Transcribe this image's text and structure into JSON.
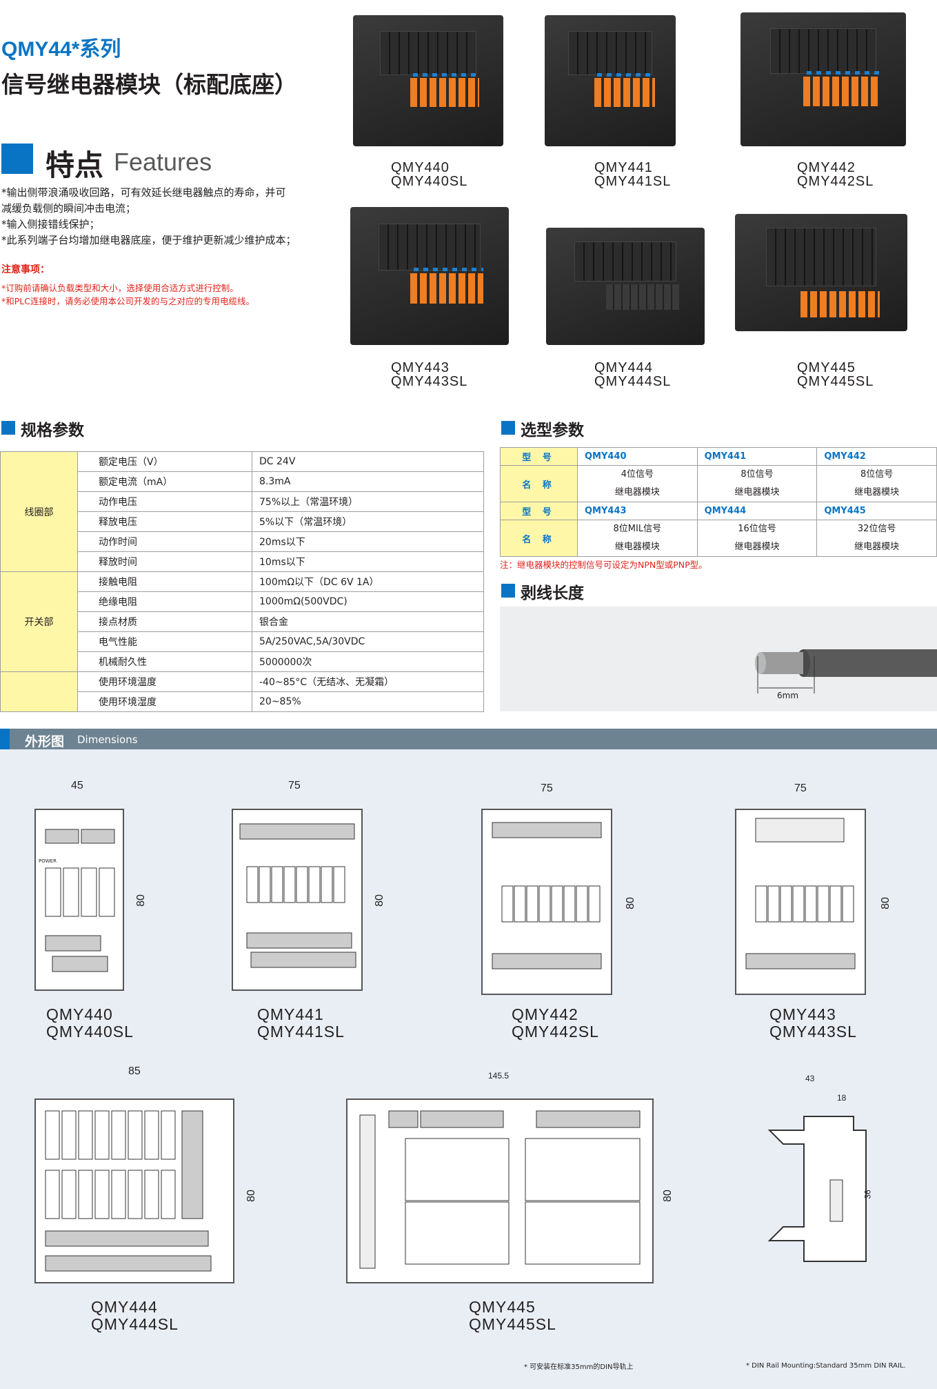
{
  "header": {
    "series_title": "QMY44*系列",
    "subtitle": "信号继电器模块（标配底座）"
  },
  "features": {
    "heading_cn": "特点",
    "heading_en": "Features",
    "items": [
      "*输出侧带浪涌吸收回路，可有效延长继电器触点的寿命，并可",
      "  减缓负载侧的瞬间冲击电流；",
      "*输入侧接错线保护；",
      "*此系列端子台均增加继电器底座，便于维护更新减少维护成本；"
    ],
    "notes_heading": "注意事项：",
    "notes": [
      "*订购前请确认负载类型和大小，选择使用合适方式进行控制。",
      "*和PLC连接时，请务必使用本公司开发的与之对应的专用电缆线。"
    ]
  },
  "products": [
    {
      "model": "QMY440",
      "variant": "QMY440SL"
    },
    {
      "model": "QMY441",
      "variant": "QMY441SL"
    },
    {
      "model": "QMY442",
      "variant": "QMY442SL"
    },
    {
      "model": "QMY443",
      "variant": "QMY443SL"
    },
    {
      "model": "QMY444",
      "variant": "QMY444SL"
    },
    {
      "model": "QMY445",
      "variant": "QMY445SL"
    }
  ],
  "specs": {
    "title": "规格参数",
    "groups": [
      "线圈部",
      "开关部"
    ],
    "rows": [
      {
        "name": "额定电压（V）",
        "value": "DC 24V"
      },
      {
        "name": "额定电流（mA）",
        "value": "8.3mA"
      },
      {
        "name": "动作电压",
        "value": "75%以上（常温环境）"
      },
      {
        "name": "释放电压",
        "value": "5%以下（常温环境）"
      },
      {
        "name": "动作时间",
        "value": "20ms以下"
      },
      {
        "name": "释放时间",
        "value": "10ms以下"
      },
      {
        "name": "接触电阻",
        "value": "100mΩ以下（DC 6V 1A）"
      },
      {
        "name": "绝缘电阻",
        "value": "1000mΩ(500VDC)"
      },
      {
        "name": "接点材质",
        "value": "银合金"
      },
      {
        "name": "电气性能",
        "value": "5A/250VAC,5A/30VDC"
      },
      {
        "name": "机械耐久性",
        "value": "5000000次"
      },
      {
        "name": "使用环境温度",
        "value": "-40~85°C（无结冰、无凝霜）"
      },
      {
        "name": "使用环境湿度",
        "value": "20~85%"
      }
    ]
  },
  "selection": {
    "title": "选型参数",
    "model_label": "型 号",
    "name_label": "名 称",
    "row1_models": [
      "QMY440",
      "QMY441",
      "QMY442"
    ],
    "row1_names": [
      {
        "a": "4位信号",
        "b": "继电器模块"
      },
      {
        "a": "8位信号",
        "b": "继电器模块"
      },
      {
        "a": "8位信号",
        "b": "继电器模块"
      }
    ],
    "row2_models": [
      "QMY443",
      "QMY444",
      "QMY445"
    ],
    "row2_names": [
      {
        "a": "8位MIL信号",
        "b": "继电器模块"
      },
      {
        "a": "16位信号",
        "b": "继电器模块"
      },
      {
        "a": "32位信号",
        "b": "继电器模块"
      }
    ],
    "note": "注：继电器模块的控制信号可设定为NPN型或PNP型。"
  },
  "strip": {
    "title": "剥线长度",
    "length_label": "6mm"
  },
  "dimensions": {
    "bar_cn": "外形图",
    "bar_en": "Dimensions",
    "widths": [
      "45",
      "75",
      "75",
      "75",
      "85",
      "145.5"
    ],
    "height": "80",
    "rail": {
      "w1": "43",
      "w2": "18",
      "h": "36"
    },
    "power_label": "POWER",
    "footnote_cn": "* 可安装在标准35mm的DIN导轨上",
    "footnote_en": "* DIN Rail Mounting:Standard 35mm DIN RAIL."
  },
  "colors": {
    "accent": "#0a74c4",
    "warning": "#e2231a",
    "table_highlight": "#fff7a8",
    "dim_bar": "#6e8391"
  }
}
